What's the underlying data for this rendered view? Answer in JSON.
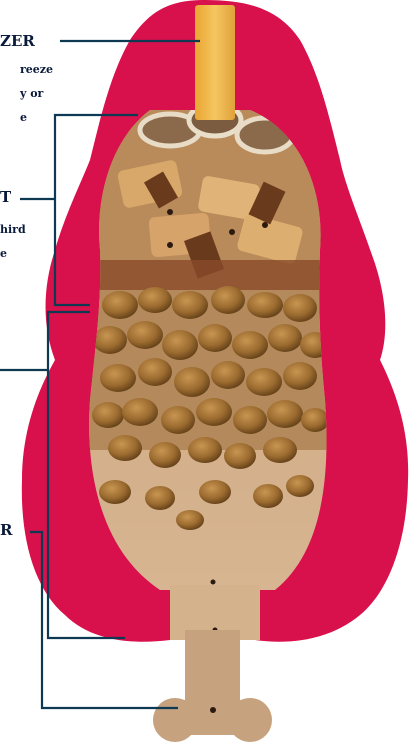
{
  "labels": {
    "top_title": "ZER",
    "top_line1": "reeze",
    "top_line2": "y or",
    "top_line3": "e",
    "mid_title": "T",
    "mid_line1": "hird",
    "mid_line2": "e",
    "bottom_title": "R"
  },
  "colors": {
    "toy_red": "#d8104c",
    "leader_line": "#0d3a52",
    "paste": "#c9a47f",
    "kibble": "#9c6a2e",
    "bone": "#c6a27e",
    "treat_stick": "#f0b64a"
  }
}
